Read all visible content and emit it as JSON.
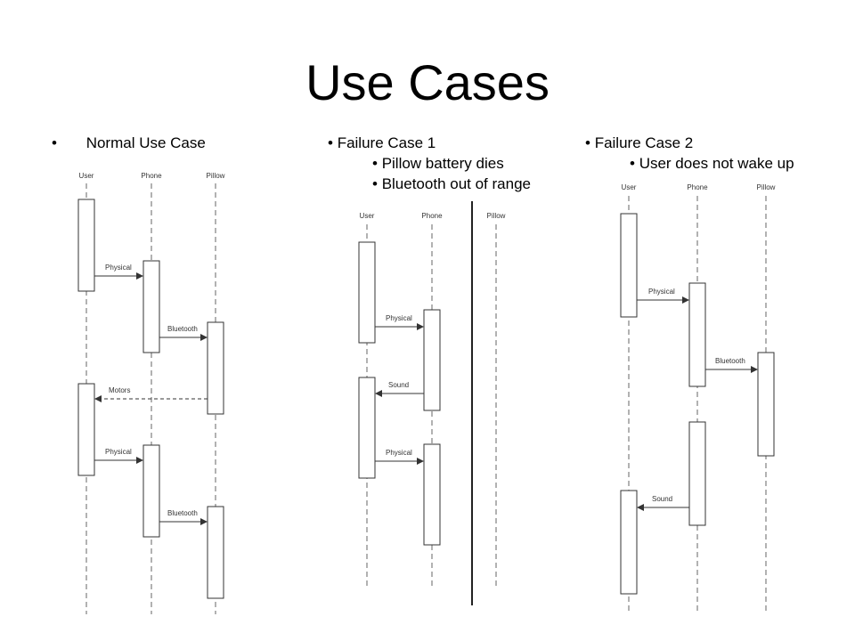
{
  "slide": {
    "title": "Use Cases"
  },
  "columns": {
    "normal": {
      "heading": "Normal Use Case"
    },
    "failure1": {
      "heading": "Failure Case 1",
      "subitems": [
        "Pillow battery dies",
        "Bluetooth out of range"
      ]
    },
    "failure2": {
      "heading": "Failure Case 2",
      "subitems": [
        "User does not wake up"
      ]
    }
  },
  "diagrams": {
    "normal": {
      "participants": [
        "User",
        "Phone",
        "Pillow"
      ],
      "messages": [
        {
          "label": "Physical",
          "from": "User",
          "to": "Phone",
          "style": "solid"
        },
        {
          "label": "Bluetooth",
          "from": "Phone",
          "to": "Pillow",
          "style": "solid"
        },
        {
          "label": "Motors",
          "from": "Pillow",
          "to": "User",
          "style": "dashed"
        },
        {
          "label": "Physical",
          "from": "User",
          "to": "Phone",
          "style": "solid"
        },
        {
          "label": "Bluetooth",
          "from": "Phone",
          "to": "Pillow",
          "style": "solid"
        }
      ]
    },
    "failure1": {
      "participants": [
        "User",
        "Phone",
        "Pillow"
      ],
      "messages": [
        {
          "label": "Physical",
          "from": "User",
          "to": "Phone",
          "style": "solid"
        },
        {
          "label": "Sound",
          "from": "Phone",
          "to": "User",
          "style": "solid"
        },
        {
          "label": "Physical",
          "from": "User",
          "to": "Phone",
          "style": "solid"
        }
      ]
    },
    "failure2": {
      "participants": [
        "User",
        "Phone",
        "Pillow"
      ],
      "messages": [
        {
          "label": "Physical",
          "from": "User",
          "to": "Phone",
          "style": "solid"
        },
        {
          "label": "Bluetooth",
          "from": "Phone",
          "to": "Pillow",
          "style": "solid"
        },
        {
          "label": "Sound",
          "from": "Phone",
          "to": "User",
          "style": "solid"
        }
      ]
    }
  },
  "colors": {
    "line": "#333333",
    "text": "#000000"
  }
}
